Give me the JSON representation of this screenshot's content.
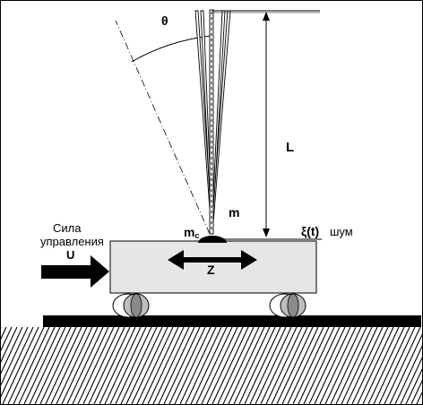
{
  "labels": {
    "theta": "θ",
    "length": "L",
    "mass": "m",
    "cart_mass_base": "m",
    "cart_mass_sub": "c",
    "noise_symbol": "ξ(t)",
    "noise_word": "шум",
    "control_line1": "Сила",
    "control_line2": "управления",
    "control_symbol": "U",
    "displacement": "Z"
  },
  "colors": {
    "line": "#000000",
    "cart_fill": "#e6e6e6",
    "wheel_fill": "#bdbdbd",
    "wheel_inner": "#8a8a8a",
    "background": "#ffffff"
  }
}
